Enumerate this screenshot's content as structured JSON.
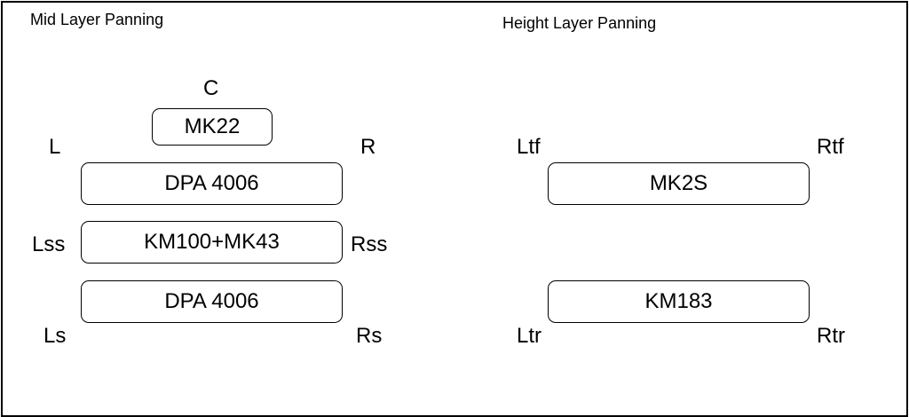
{
  "mid_layer": {
    "title": "Mid Layer Panning",
    "labels": {
      "c": "C",
      "l": "L",
      "r": "R",
      "lss": "Lss",
      "rss": "Rss",
      "ls": "Ls",
      "rs": "Rs"
    },
    "mics": {
      "center": "MK22",
      "front": "DPA 4006",
      "side": "KM100+MK43",
      "rear": "DPA 4006"
    }
  },
  "height_layer": {
    "title": "Height Layer Panning",
    "labels": {
      "ltf": "Ltf",
      "rtf": "Rtf",
      "ltr": "Ltr",
      "rtr": "Rtr"
    },
    "mics": {
      "front": "MK2S",
      "rear": "KM183"
    }
  }
}
